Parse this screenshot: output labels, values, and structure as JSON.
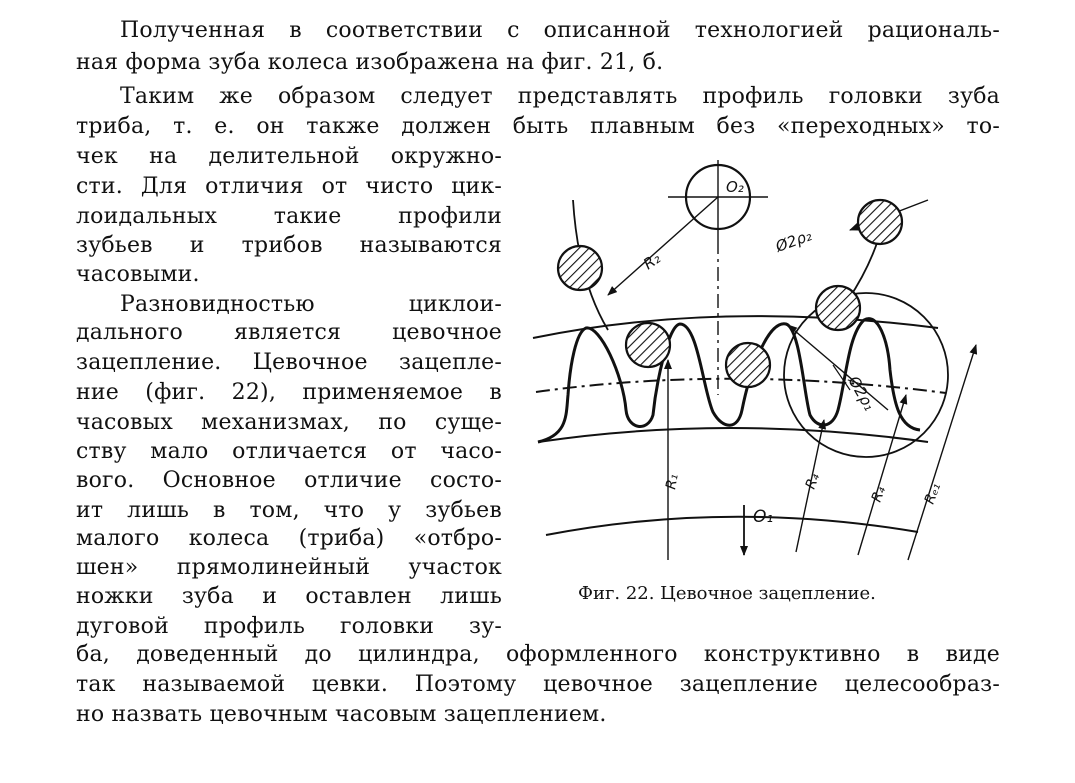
{
  "lines": [
    "Полученная в соответствии с описанной технологией рациональ-",
    "ная форма зуба колеса изображена на фиг. 21, б.",
    "Таким же образом следует представлять профиль головки зуба",
    "триба, т. е. он также должен быть плавным без «переходных» то-",
    "чек на делительной окружно-",
    "сти. Для отличия от чисто цик-",
    "лоидальных такие профили",
    "зубьев и трибов называются",
    "часовыми.",
    "Разновидностью циклои-",
    "дального является цевочное",
    "зацепление. Цевочное зацепле-",
    "ние (фиг. 22), применяемое в",
    "часовых механизмах, по суще-",
    "ству мало отличается от часо-",
    "вого. Основное отличие состо-",
    "ит лишь в том, что у зубьев",
    "малого колеса (триба) «отбро-",
    "шен» прямолинейный участок",
    "ножки зуба и оставлен лишь",
    "дуговой профиль головки зу-",
    "ба, доведенный до цилиндра, оформленного конструктивно в виде",
    "так называемой цевки. Поэтому цевочное зацепление целесообраз-",
    "но назвать цевочным часовым зацеплением."
  ],
  "figure": {
    "caption": "Фиг. 22. Цевочное зацепление.",
    "labels": {
      "o2": "O₂",
      "o1": "O₁",
      "r2": "R₂",
      "d2p2": "Ø2ρ₂",
      "d2p1": "Ø2ρ₁",
      "r1": "R₁",
      "r4a": "R₄",
      "r4b": "R₄",
      "re": "Rₑ₁"
    }
  }
}
